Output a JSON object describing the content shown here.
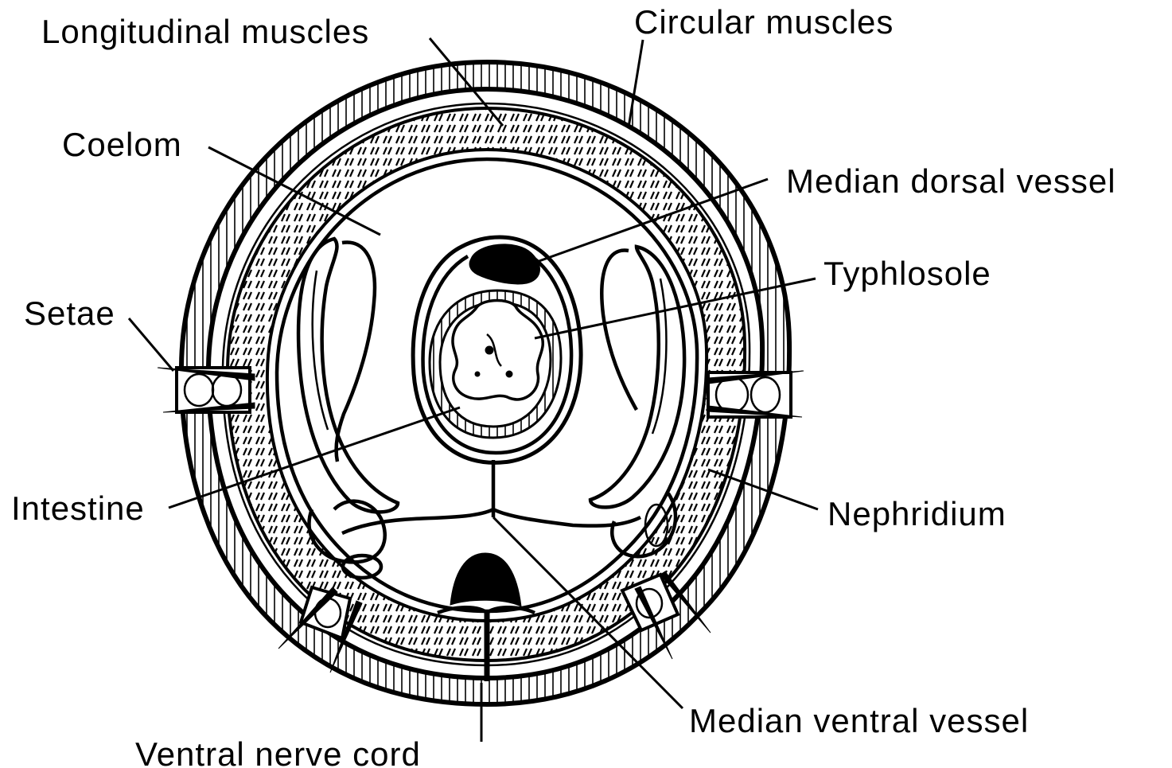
{
  "labels": {
    "longitudinal_muscles": "Longitudinal muscles",
    "circular_muscles": "Circular muscles",
    "coelom": "Coelom",
    "median_dorsal_vessel": "Median dorsal vessel",
    "typhlosole": "Typhlosole",
    "setae": "Setae",
    "intestine": "Intestine",
    "nephridium": "Nephridium",
    "median_ventral_vessel": "Median ventral vessel",
    "ventral_nerve_cord": "Ventral nerve cord"
  }
}
